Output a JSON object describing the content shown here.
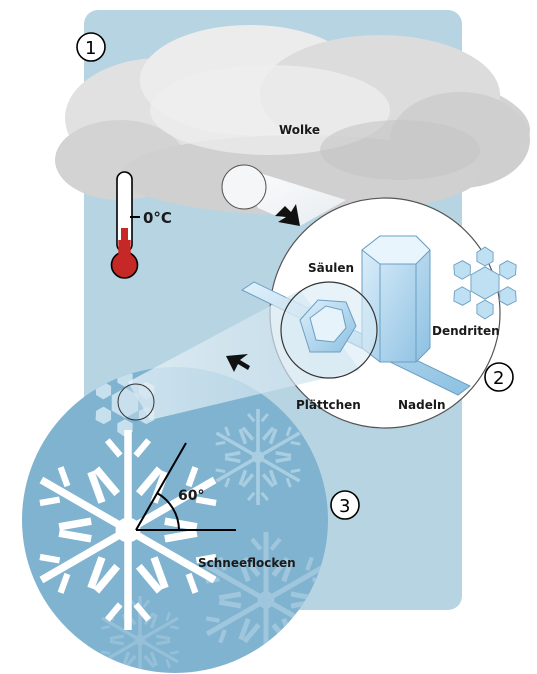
{
  "labels": {
    "cloud": "Wolke",
    "temperature": "0°C",
    "columns": "Säulen",
    "dendrites": "Dendriten",
    "plates": "Plättchen",
    "needles": "Nadeln",
    "angle": "60°",
    "snowflakes": "Schneeflocken"
  },
  "steps": [
    "1",
    "2",
    "3"
  ],
  "colors": {
    "sky": "#b7d4e3",
    "disc": "#7fb3d0",
    "cloud": "#d7d7d7",
    "thermometer_fill": "#c62828",
    "ice": "#a9d3ee",
    "flake": "#ffffff"
  }
}
